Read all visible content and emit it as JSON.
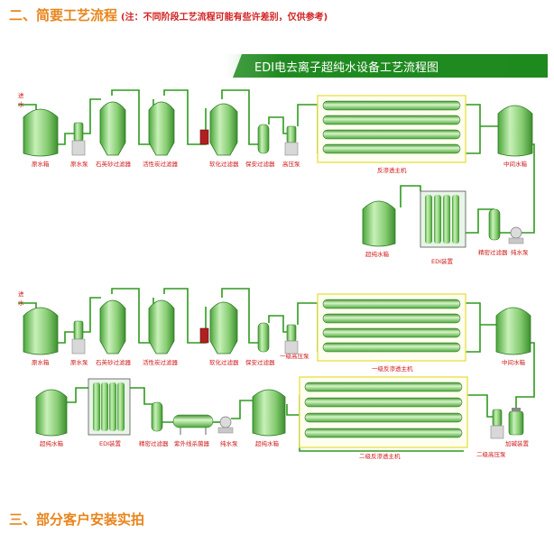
{
  "section2": {
    "title": "二、简要工艺流程",
    "note": "(注：不同阶段工艺流程可能有些许差别，仅供参考)"
  },
  "section3": {
    "title": "三、部分客户安装实拍"
  },
  "banner": {
    "title": "EDI电去离子超纯水设备工艺流程图"
  },
  "process1": {
    "inlet": [
      "进",
      "水"
    ],
    "labels": {
      "raw_tank": "原水箱",
      "raw_pump": "原水泵",
      "sand_filter": "石英砂过滤器",
      "carbon_filter": "活性炭过滤器",
      "softener": "软化过滤器",
      "security_filter": "保安过滤器",
      "hp_pump": "高压泵",
      "ro_unit": "反渗透主机",
      "mid_tank": "中间水箱",
      "ultra_tank": "超纯水箱",
      "edi": "EDI装置",
      "precision_filter": "精密过滤器",
      "pure_pump": "纯水泵"
    }
  },
  "process2": {
    "inlet": [
      "进",
      "水"
    ],
    "labels": {
      "raw_tank": "原水箱",
      "raw_pump": "原水泵",
      "sand_filter": "石英砂过滤器",
      "carbon_filter": "活性炭过滤器",
      "softener": "软化过滤器",
      "security_filter": "保安过滤器",
      "hp_pump1": "一级高压泵",
      "ro1": "一级反渗透主机",
      "mid_tank": "中间水箱",
      "ultra_tank": "超纯水箱",
      "edi": "EDI装置",
      "precision_filter": "精密过滤器",
      "uv": "紫外线杀菌器",
      "pure_pump": "纯水泵",
      "ultra_tank2": "超纯水箱",
      "ro2": "二级反渗透主机",
      "hp_pump2": "二级高压泵",
      "alkali": "加碱装置"
    }
  },
  "colors": {
    "heading": "#e8851c",
    "note": "#d22222",
    "label": "#d01818",
    "pipe": "#2e9a1e",
    "vessel": "#8fd27e",
    "banner": "#1f8a1f"
  }
}
